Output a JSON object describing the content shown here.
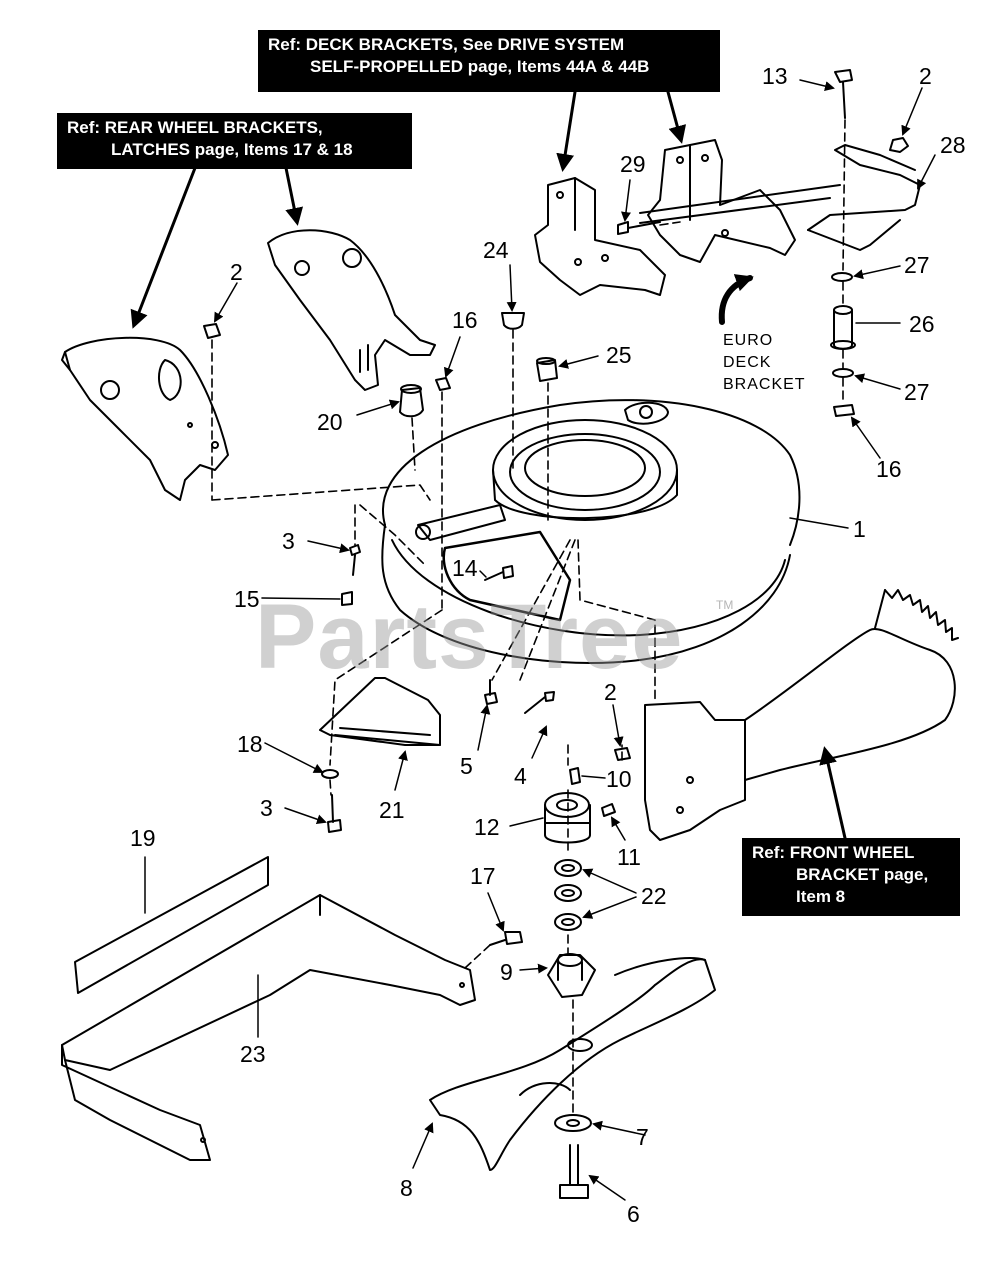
{
  "ref_boxes": {
    "deck_brackets": {
      "line1": "Ref: DECK BRACKETS, See DRIVE SYSTEM",
      "line2": "SELF-PROPELLED page, Items 44A & 44B"
    },
    "rear_wheel": {
      "line1": "Ref: REAR WHEEL BRACKETS,",
      "line2": "LATCHES page, Items 17 & 18"
    },
    "front_wheel": {
      "line1": "Ref: FRONT WHEEL",
      "line2": "BRACKET page,",
      "line3": "Item 8"
    }
  },
  "euro_note": {
    "line1": "EURO",
    "line2": "DECK",
    "line3": "BRACKET"
  },
  "watermark": "PartsTree",
  "trademark": "TM",
  "callouts": {
    "c13": "13",
    "c2a": "2",
    "c28": "28",
    "c29": "29",
    "c24": "24",
    "c27a": "27",
    "c26": "26",
    "c25": "25",
    "c27b": "27",
    "c2b": "2",
    "c16a": "16",
    "c16b": "16",
    "c20": "20",
    "c1": "1",
    "c3a": "3",
    "c14": "14",
    "c15": "15",
    "c2c": "2",
    "c18": "18",
    "c5": "5",
    "c4": "4",
    "c10": "10",
    "c21": "21",
    "c3b": "3",
    "c12": "12",
    "c11": "11",
    "c19": "19",
    "c17": "17",
    "c22": "22",
    "c9": "9",
    "c23": "23",
    "c7": "7",
    "c8": "8",
    "c6": "6"
  },
  "colors": {
    "ink": "#000000",
    "paper": "#ffffff",
    "watermark": "#969696"
  }
}
